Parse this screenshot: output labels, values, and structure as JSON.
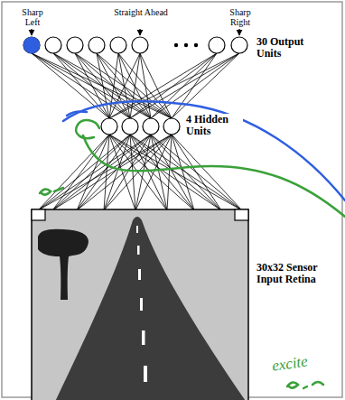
{
  "diagram": {
    "labels": [
      "Sharp Left",
      "Straight Ahead",
      "Sharp Right",
      "30 Output Units",
      "4 Hidden Units",
      "30x32 Sensor Input Retina",
      "excite"
    ]
  }
}
